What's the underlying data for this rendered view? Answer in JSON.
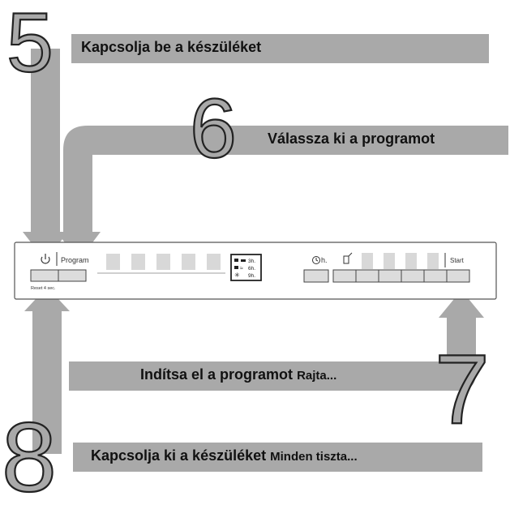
{
  "steps": [
    {
      "number": "5",
      "text": "Kapcsolja be a készüléket",
      "extra": ""
    },
    {
      "number": "6",
      "text": "Válassza ki a programot",
      "extra": ""
    },
    {
      "number": "7",
      "text": "Indítsa el a programot",
      "extra": "Rajta..."
    },
    {
      "number": "8",
      "text": "Kapcsolja ki a készüléket",
      "extra": "Minden tiszta..."
    }
  ],
  "panel": {
    "power_icon": "power-icon",
    "program_label": "Program",
    "reset_label": "Reset 4 sec.",
    "delay_icon": "clock-icon",
    "delay_label": "h.",
    "door_icon": "door-open-icon",
    "start_label": "Start",
    "hours": [
      "3h.",
      "6h.",
      "9h."
    ],
    "status_icons": [
      "salt-icon",
      "rinse-aid-icon",
      "filter-icon",
      "water-icon",
      "sun-icon"
    ]
  },
  "colors": {
    "arrow": "#a9a9a9",
    "digit_fill": "#a9a9a9",
    "digit_outline": "#222222",
    "panel_border": "#555555",
    "button_fill": "#dcdcdc",
    "segment_fill": "#d8d8d8"
  }
}
